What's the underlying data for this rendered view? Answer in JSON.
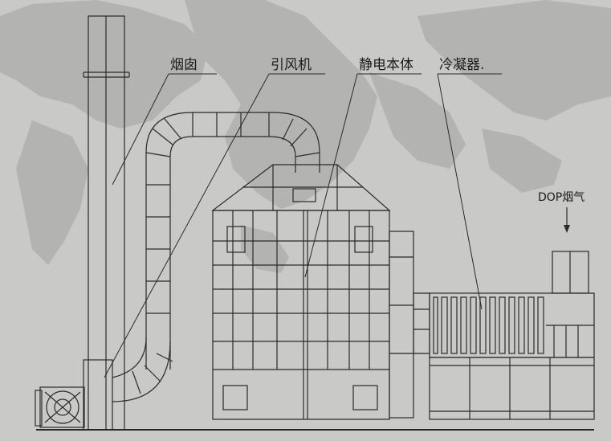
{
  "labels": {
    "chimney": "烟囱",
    "fan": "引风机",
    "esp_body": "静电本体",
    "condenser": "冷凝器.",
    "dop_gas": "DOP烟气"
  },
  "colors": {
    "background": "#c9c9c7",
    "map_land": "#b3b4b1",
    "line": "#2a2a2a"
  }
}
